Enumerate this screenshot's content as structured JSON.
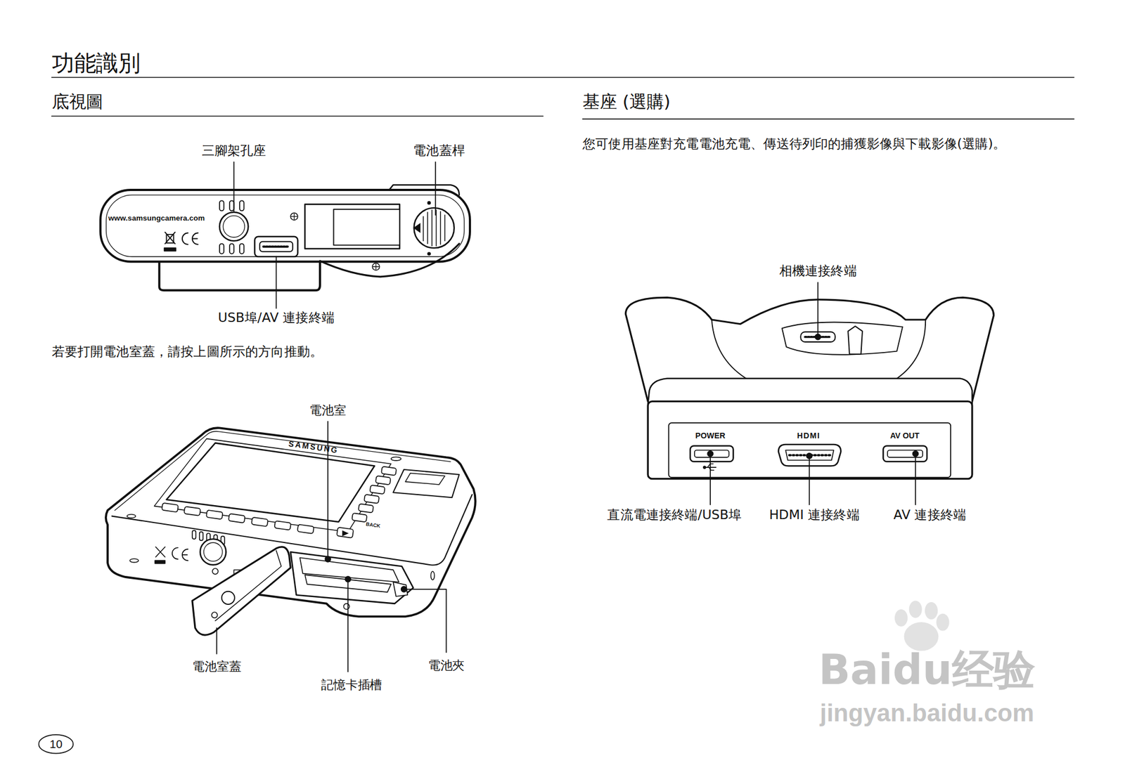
{
  "diagram": {
    "title": "功能識別",
    "labels": [
      "底視圖",
      "基座 (選購)",
      "三腳架孔座",
      "電池蓋桿",
      "www.samsungcamera.com",
      "USB埠/AV 連接終端",
      "若要打開電池室蓋，請按上圖所示的方向推動。",
      "電池室",
      "SAMSUNG",
      "BACK",
      "電池室蓋",
      "記憶卡插槽",
      "電池夾",
      "您可使用基座對充電電池充電、傳送待列印的捕獲影像與下載影像(選購)。",
      "相機連接終端",
      "POWER",
      "HDMI",
      "AV OUT",
      "直流電連接終端/USB埠",
      "HDMI 連接終端",
      "AV 連接終端",
      "10",
      "Baidu经验",
      "jingyan.baidu.com"
    ]
  }
}
